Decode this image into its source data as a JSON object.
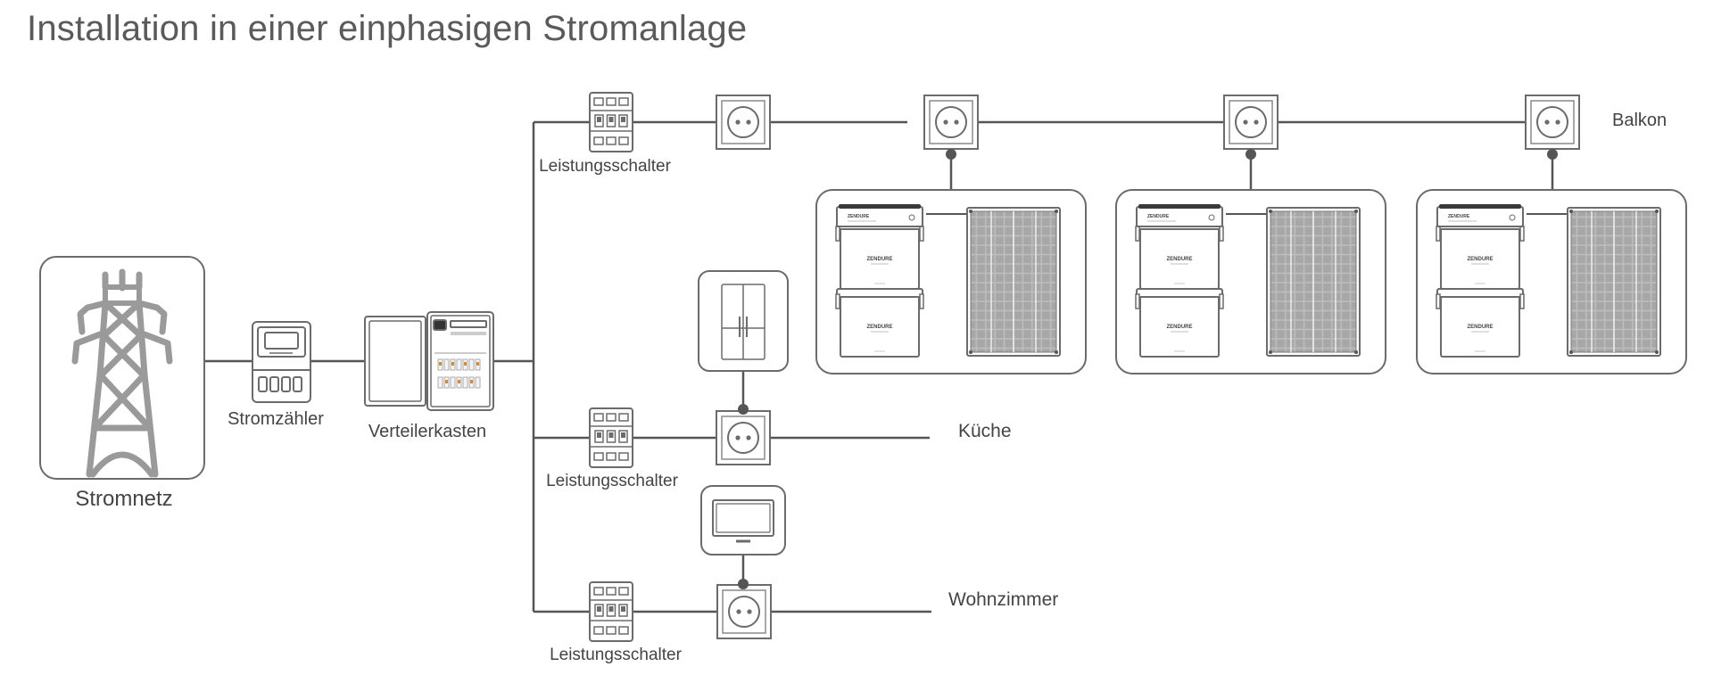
{
  "title": "Installation in einer einphasigen Stromanlage",
  "labels": {
    "grid": "Stromnetz",
    "meter": "Stromzähler",
    "distribution_box": "Verteilerkasten",
    "breaker_top": "Leistungsschalter",
    "breaker_middle": "Leistungsschalter",
    "breaker_bottom": "Leistungsschalter",
    "balcony": "Balkon",
    "kitchen": "Küche",
    "living_room": "Wohnzimmer"
  },
  "battery_brand": "ZENDURE",
  "colors": {
    "line": "#555555",
    "stroke": "#6b6b6b",
    "tower": "#9a9a9a",
    "panel": "#bdbdbd",
    "title": "#5a5a5a"
  },
  "icons": [
    "transmission-tower-icon",
    "electricity-meter-icon",
    "distribution-box-icon",
    "circuit-breaker-icon",
    "socket-icon",
    "fridge-icon",
    "tv-icon",
    "battery-stack-icon",
    "solar-panel-icon"
  ]
}
